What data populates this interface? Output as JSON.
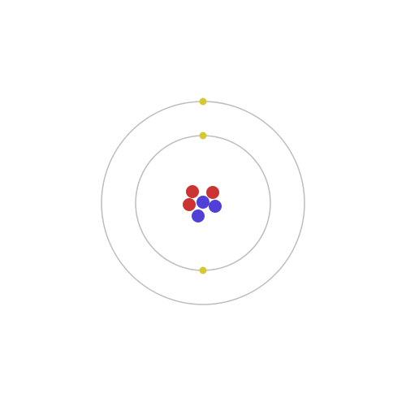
{
  "diagram": {
    "kind": "bohr-atom-model",
    "shells": [
      {
        "shell": 1,
        "electrons": 2
      },
      {
        "shell": 2,
        "electrons": 1
      }
    ],
    "nucleus": {
      "protons": 3,
      "neutrons": 3
    },
    "colors": {
      "background": "#ffffff",
      "orbit": "#bdbdbd",
      "electron": "#d4c932",
      "proton": "#cc3333",
      "neutron": "#5040d8"
    }
  }
}
